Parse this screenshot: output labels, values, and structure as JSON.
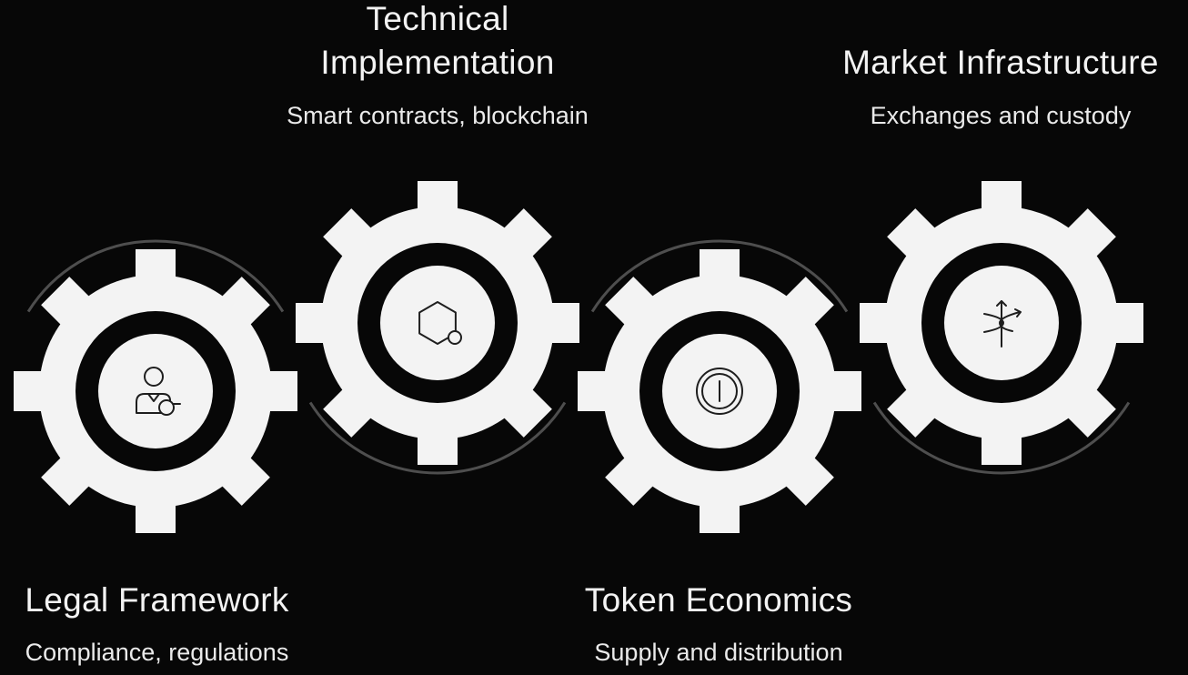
{
  "colors": {
    "background": "#070707",
    "gear": "#f3f3f3",
    "arc": "#4e4e4e",
    "icon_stroke": "#1e1e1e",
    "text": "#f3f3f3"
  },
  "gears": [
    {
      "title": "Legal Framework",
      "subtitle": "Compliance, regulations",
      "icon": "user-document-icon"
    },
    {
      "title": "Technical Implementation",
      "title_lines": [
        "Technical",
        "Implementation"
      ],
      "subtitle": "Smart contracts, blockchain",
      "icon": "hexagon-node-icon"
    },
    {
      "title": "Token Economics",
      "subtitle": "Supply and distribution",
      "icon": "token-coin-icon"
    },
    {
      "title": "Market Infrastructure",
      "subtitle": "Exchanges and custody",
      "icon": "crossing-arrows-icon"
    }
  ]
}
